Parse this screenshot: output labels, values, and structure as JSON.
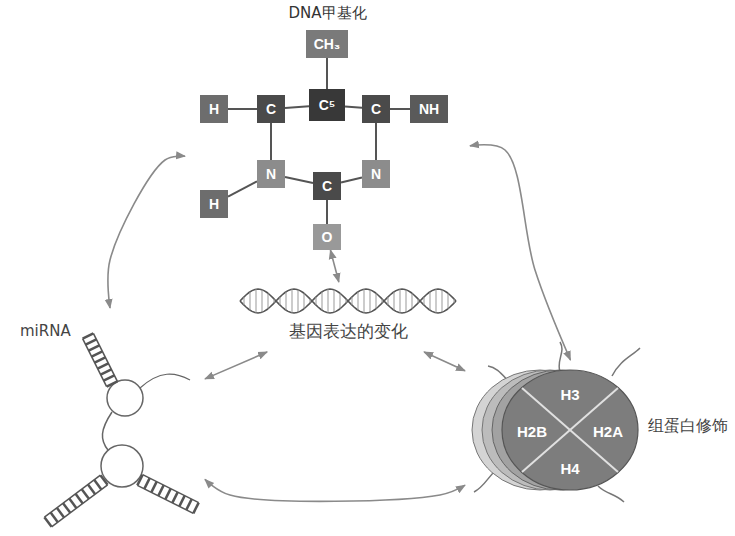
{
  "diagram": {
    "nodes": [
      {
        "text": [
          "DNA甲基化"
        ]
      },
      {
        "text": [
          "CH₃"
        ],
        "in": 0
      },
      {
        "text": [
          "H"
        ],
        "in": 0
      },
      {
        "text": [
          "C"
        ],
        "in": 0
      },
      {
        "text": [
          "C⁵"
        ],
        "in": 0
      },
      {
        "text": [
          "C"
        ],
        "in": 0
      },
      {
        "text": [
          "NH"
        ],
        "in": 0
      },
      {
        "text": [
          "N"
        ],
        "in": 0
      },
      {
        "text": [
          "N"
        ],
        "in": 0
      },
      {
        "text": [
          "H"
        ],
        "in": 0
      },
      {
        "text": [
          "C"
        ],
        "in": 0
      },
      {
        "text": [
          "O"
        ],
        "in": 0
      },
      {
        "text": [
          "基因表达的变化"
        ]
      },
      {
        "text": [
          "miRNA"
        ]
      },
      {
        "text": [
          "组蛋白修饰"
        ]
      }
    ],
    "edges": [
      {
        "from": 1,
        "to": 4,
        "arrow": "none"
      },
      {
        "from": 2,
        "to": 3,
        "arrow": "none"
      },
      {
        "from": 3,
        "to": 4,
        "arrow": "none"
      },
      {
        "from": 4,
        "to": 5,
        "arrow": "none"
      },
      {
        "from": 5,
        "to": 6,
        "arrow": "none"
      },
      {
        "from": 3,
        "to": 7,
        "arrow": "none"
      },
      {
        "from": 7,
        "to": 9,
        "arrow": "none"
      },
      {
        "from": 7,
        "to": 10,
        "arrow": "none"
      },
      {
        "from": 10,
        "to": 8,
        "arrow": "none"
      },
      {
        "from": 8,
        "to": 5,
        "arrow": "none"
      },
      {
        "from": 10,
        "to": 11,
        "arrow": "none"
      },
      {
        "from": 11,
        "to": 12,
        "arrow": "both"
      },
      {
        "from": 0,
        "to": 13,
        "arrow": "both"
      },
      {
        "from": 0,
        "to": 14,
        "arrow": "both"
      },
      {
        "from": 13,
        "to": 12,
        "arrow": "both"
      },
      {
        "from": 12,
        "to": 14,
        "arrow": "both"
      },
      {
        "from": 13,
        "to": 14,
        "arrow": "both"
      }
    ],
    "labels": [
      "H3",
      "H2B",
      "H2A",
      "H4"
    ]
  }
}
